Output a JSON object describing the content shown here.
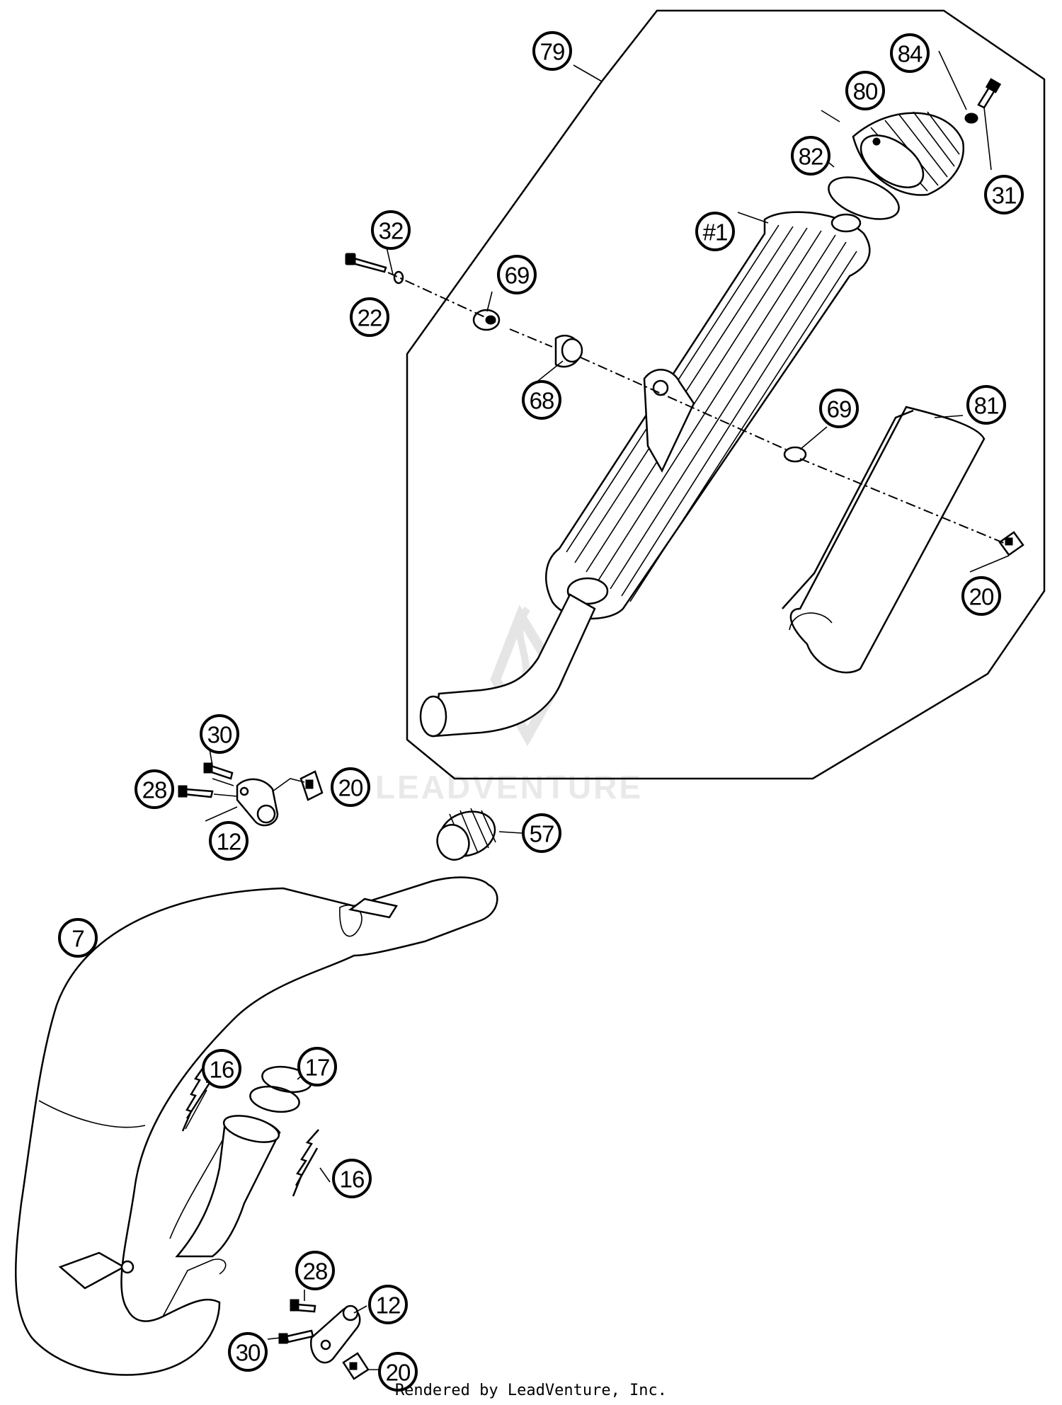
{
  "callouts": [
    {
      "label": "79",
      "name": "callout-79"
    },
    {
      "label": "84",
      "name": "callout-84"
    },
    {
      "label": "80",
      "name": "callout-80"
    },
    {
      "label": "82",
      "name": "callout-82"
    },
    {
      "label": "31",
      "name": "callout-31"
    },
    {
      "label": "32",
      "name": "callout-32"
    },
    {
      "label": "#1",
      "name": "callout-1"
    },
    {
      "label": "69",
      "name": "callout-69-top"
    },
    {
      "label": "22",
      "name": "callout-22"
    },
    {
      "label": "68",
      "name": "callout-68"
    },
    {
      "label": "69",
      "name": "callout-69-right"
    },
    {
      "label": "81",
      "name": "callout-81"
    },
    {
      "label": "20",
      "name": "callout-20-right"
    },
    {
      "label": "30",
      "name": "callout-30-top"
    },
    {
      "label": "28",
      "name": "callout-28-top"
    },
    {
      "label": "20",
      "name": "callout-20-mid"
    },
    {
      "label": "12",
      "name": "callout-12-top"
    },
    {
      "label": "57",
      "name": "callout-57"
    },
    {
      "label": "7",
      "name": "callout-7"
    },
    {
      "label": "16",
      "name": "callout-16-left"
    },
    {
      "label": "17",
      "name": "callout-17"
    },
    {
      "label": "16",
      "name": "callout-16-right"
    },
    {
      "label": "28",
      "name": "callout-28-bottom"
    },
    {
      "label": "12",
      "name": "callout-12-bottom"
    },
    {
      "label": "30",
      "name": "callout-30-bottom"
    },
    {
      "label": "20",
      "name": "callout-20-bottom"
    }
  ],
  "watermark": "LEADVENTURE",
  "footer": "Rendered by LeadVenture, Inc."
}
